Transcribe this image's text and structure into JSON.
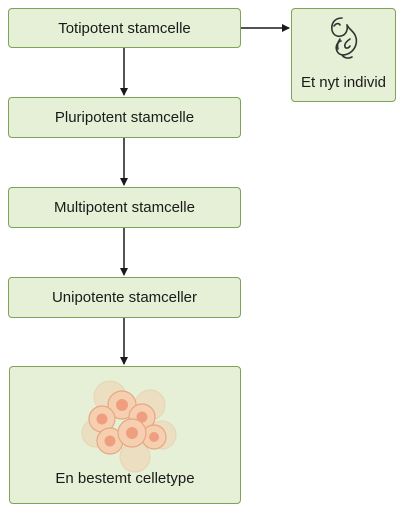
{
  "nodes": {
    "totipotent": "Totipotent stamcelle",
    "pluripotent": "Pluripotent stamcelle",
    "multipotent": "Multipotent stamcelle",
    "unipotent": "Unipotente stamceller",
    "celltype": "En bestemt celletype",
    "individual": "Et nyt individ"
  },
  "icons": {
    "individual": "fetus-icon",
    "celltype": "cell-cluster-icon"
  },
  "colors": {
    "box_fill": "#e6f0d6",
    "box_border": "#7fa25a",
    "cell_fill": "#f4c9a6",
    "cell_nucleus": "#ef9f7f",
    "arrow": "#1a1a1a"
  }
}
